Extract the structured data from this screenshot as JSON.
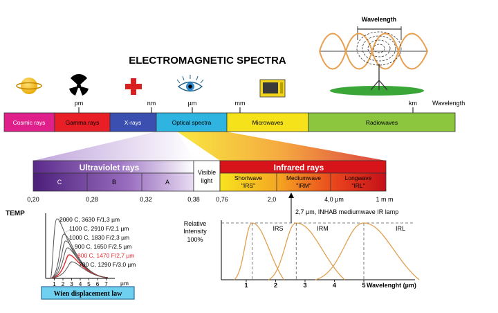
{
  "title": "ELECTROMAGNETIC SPECTRA",
  "wave_diagram": {
    "label": "Wavelength"
  },
  "icons": [
    {
      "name": "planet-icon"
    },
    {
      "name": "radiation-icon"
    },
    {
      "name": "red-cross-icon"
    },
    {
      "name": "eye-icon"
    },
    {
      "name": "microwave-oven-icon"
    },
    {
      "name": "antenna-icon"
    }
  ],
  "scale_units": {
    "pm": "pm",
    "nm": "nm",
    "um": "µm",
    "mm": "mm",
    "km": "km",
    "wavelength": "Wavelength"
  },
  "spectrum": [
    {
      "label": "Cosmic rays",
      "color": "#e0208a"
    },
    {
      "label": "Gamma rays",
      "color": "#e81f26"
    },
    {
      "label": "X-rays",
      "color": "#3a4fb0"
    },
    {
      "label": "Optical spectra",
      "color": "#2fb3e0"
    },
    {
      "label": "Microwaves",
      "color": "#f5e21a"
    },
    {
      "label": "Radiowaves",
      "color": "#8cc63f"
    }
  ],
  "ultraviolet": {
    "label": "Ultraviolet rays",
    "bands": [
      "C",
      "B",
      "A"
    ]
  },
  "visible": {
    "line1": "Visible",
    "line2": "light"
  },
  "infrared": {
    "label": "Infrared rays",
    "bands": [
      {
        "name": "Shortwave",
        "code": "\"IRS\""
      },
      {
        "name": "Mediumwave",
        "code": "\"IRM\""
      },
      {
        "name": "Longwave",
        "code": "\"IRL\""
      }
    ]
  },
  "ticks": [
    "0,20",
    "0,28",
    "0,32",
    "0,38",
    "0,76",
    "2,0",
    "4,0 µm",
    "1 m m"
  ],
  "lamp_note": "2,7 µm, INHAB mediumwave IR lamp",
  "wien": {
    "temp_label": "TEMP",
    "curves": [
      {
        "label": "2000 C, 3630 F/1,3 µm",
        "highlight": false
      },
      {
        "label": "1100 C, 2910 F/2,1 µm",
        "highlight": false
      },
      {
        "label": "1000 C, 1830 F/2,3 µm",
        "highlight": false
      },
      {
        "label": "900 C, 1650 F/2,5 µm",
        "highlight": false
      },
      {
        "label": "800 C, 1470 F/2,7 µm",
        "highlight": true
      },
      {
        "label": "700 C, 1290 F/3,0 µm",
        "highlight": false
      }
    ],
    "x_ticks": [
      "1",
      "2",
      "3",
      "4",
      "5",
      "6",
      "7"
    ],
    "x_unit": "µm",
    "law": "Wien displacement law",
    "highlight_color": "#e8282e",
    "curve_color": "#555555"
  },
  "intensity": {
    "y_label_1": "Relative",
    "y_label_2": "Intensity",
    "y_label_3": "100%",
    "curve_labels": [
      "IRS",
      "IRM",
      "IRL"
    ],
    "x_ticks": [
      "1",
      "2",
      "3",
      "4",
      "5"
    ],
    "x_label": "Wavelenght (µm)",
    "curve_color": "#e0a050"
  }
}
